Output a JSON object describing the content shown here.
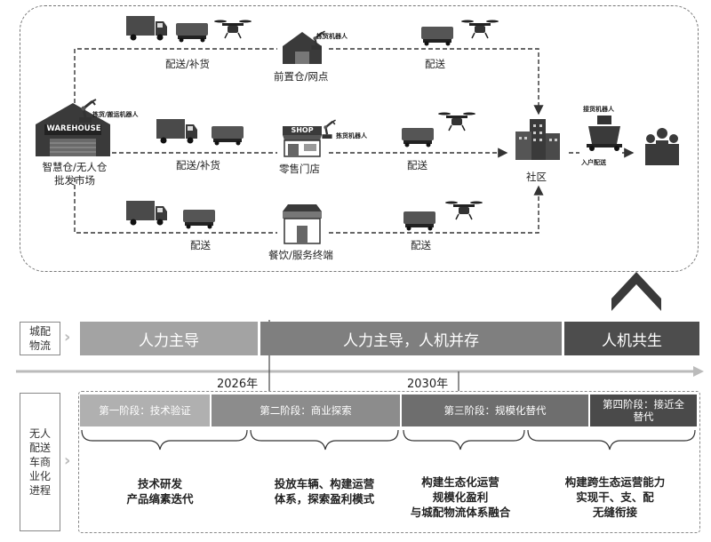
{
  "flow": {
    "warehouse": {
      "sign": "WAREHOUSE",
      "robot_label": "拣货/搬运机器人",
      "label_line1": "智慧仓/无人仓",
      "label_line2": "批发市场"
    },
    "route_top": {
      "edge_label_1": "配送/补货",
      "node_label": "前置仓/网点",
      "robot_label": "拣货机器人",
      "edge_label_2": "配送"
    },
    "route_mid": {
      "edge_label_1": "配送/补货",
      "shop_sign": "SHOP",
      "node_label": "零售门店",
      "robot_label": "拣货机器人",
      "edge_label_2": "配送"
    },
    "route_bot": {
      "edge_label_1": "配送",
      "node_label": "餐饮/服务终端",
      "edge_label_2": "配送"
    },
    "community": {
      "label": "社区"
    },
    "delivery_robot": {
      "label": "接货机器人"
    },
    "last_mile": {
      "label": "入户配送"
    }
  },
  "timeline": {
    "row1_title": "城配物流",
    "bands": [
      "人力主导",
      "人力主导，人机并存",
      "人机共生"
    ],
    "years": [
      "2026年",
      "2030年"
    ],
    "row2_title": "无人配送车商业化进程",
    "stages": [
      {
        "head": "第一阶段：技术验证",
        "text_lines": [
          "技术研发",
          "产品缟素迭代"
        ]
      },
      {
        "head": "第二阶段：商业探索",
        "text_lines": [
          "投放车辆、构建运营",
          "体系，探索盈利模式"
        ]
      },
      {
        "head": "第三阶段：规模化替代",
        "text_lines": [
          "构建生态化运营",
          "规模化盈利",
          "与城配物流体系融合"
        ]
      },
      {
        "head": "第四阶段：接近全替代",
        "text_lines": [
          "构建跨生态运营能力",
          "实现干、支、配",
          "无缝衔接"
        ]
      }
    ]
  },
  "colors": {
    "band1": "#a3a3a3",
    "band2": "#7f7f7f",
    "band3": "#4d4d4d",
    "stage1": "#b0b0b0",
    "stage2": "#8c8c8c",
    "stage3": "#6e6e6e",
    "stage4": "#4a4a4a"
  },
  "icons": [
    "truck-icon",
    "van-icon",
    "drone-icon",
    "robot-arm-icon",
    "warehouse-icon",
    "store-icon",
    "buildings-icon",
    "delivery-robot-icon",
    "people-icon",
    "up-chevron-icon"
  ]
}
